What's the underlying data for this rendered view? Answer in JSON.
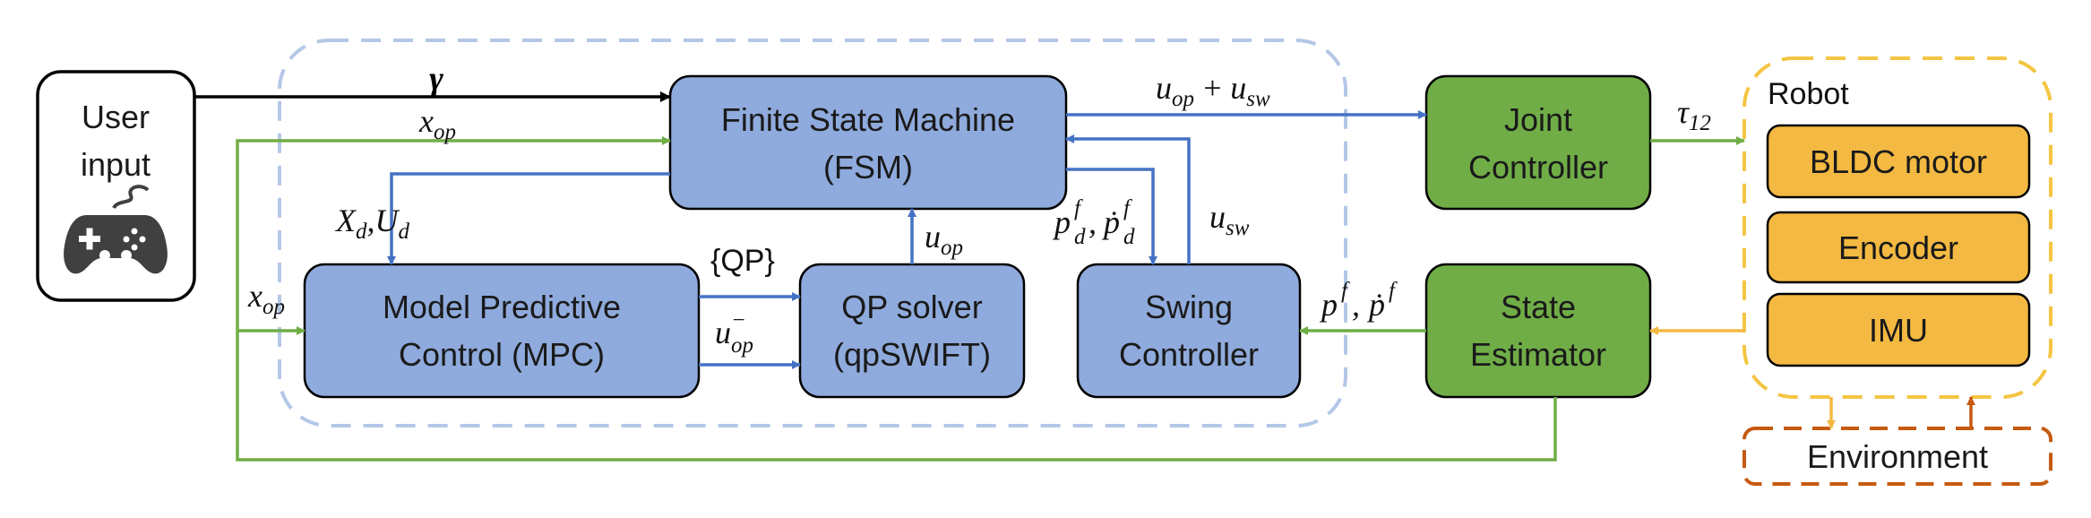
{
  "colors": {
    "blue_box": "#8FAADC",
    "blue_line": "#4472C4",
    "green_box": "#70AD47",
    "green_line": "#70AD47",
    "yellow_box": "#F4B942",
    "yellow_border": "#F4C542",
    "orange_border": "#C55A11",
    "dash_blue": "#B4C7E7",
    "black": "#000000"
  },
  "blocks": {
    "user_input": {
      "line1": "User",
      "line2": "input",
      "icon": "gamepad-icon"
    },
    "fsm": {
      "line1": "Finite State Machine",
      "line2": "(FSM)"
    },
    "mpc": {
      "line1": "Model Predictive",
      "line2": "Control (MPC)"
    },
    "qp_solver": {
      "line1": "QP solver",
      "line2": "(qpSWIFT)"
    },
    "swing": {
      "line1": "Swing",
      "line2": "Controller"
    },
    "joint": {
      "line1": "Joint",
      "line2": "Controller"
    },
    "state_est": {
      "line1": "State",
      "line2": "Estimator"
    },
    "robot": {
      "title": "Robot",
      "items": [
        "BLDC motor",
        "Encoder",
        "IMU"
      ]
    },
    "environment": {
      "label": "Environment"
    }
  },
  "signals": {
    "gamma": "γ",
    "x_op_top": {
      "base": "x",
      "sub": "op"
    },
    "x_op_left": {
      "base": "x",
      "sub": "op"
    },
    "xd_ud": {
      "a": "X",
      "a_sub": "d",
      "sep": ",",
      "b": "U",
      "b_sub": "d"
    },
    "qp_set": "{QP}",
    "u_op_minus": {
      "base": "u",
      "sub": "op",
      "sup": "−"
    },
    "u_op_up": {
      "base": "u",
      "sub": "op"
    },
    "u_op_plus_u_sw": {
      "a": "u",
      "a_sub": "op",
      "plus": "+",
      "b": "u",
      "b_sub": "sw"
    },
    "pdf": {
      "a": "p",
      "a_sub": "d",
      "a_sup": "f",
      "sep": ",",
      "b": "ṗ",
      "b_sub": "d",
      "b_sup": "f"
    },
    "u_sw": {
      "base": "u",
      "sub": "sw"
    },
    "pf": {
      "a": "p",
      "a_sup": "f",
      "sep": ",",
      "b": "ṗ",
      "b_sup": "f"
    },
    "tau": {
      "base": "τ",
      "sub": "12"
    }
  }
}
